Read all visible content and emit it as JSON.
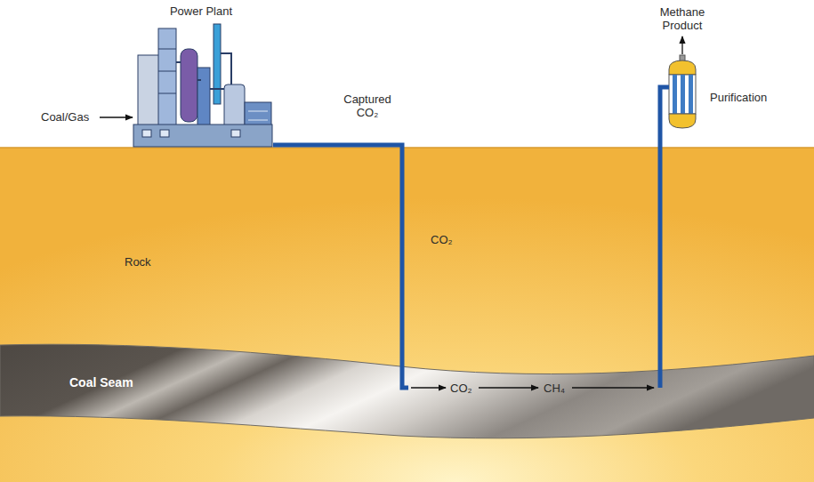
{
  "diagram": {
    "nodes": [
      {
        "text": [
          "Power Plant"
        ]
      },
      {
        "text": [
          "Coal Seam"
        ]
      },
      {
        "text": [
          "Purification"
        ]
      }
    ],
    "edges": [
      {
        "from": 0,
        "to": 1,
        "arrow": "none",
        "label": "Captured CO₂"
      },
      {
        "from": 1,
        "to": 2,
        "arrow": "none"
      }
    ],
    "labels": [
      "Coal/Gas",
      "Rock",
      "CO₂",
      "CO₂",
      "CH₄",
      "Methane Product"
    ]
  }
}
